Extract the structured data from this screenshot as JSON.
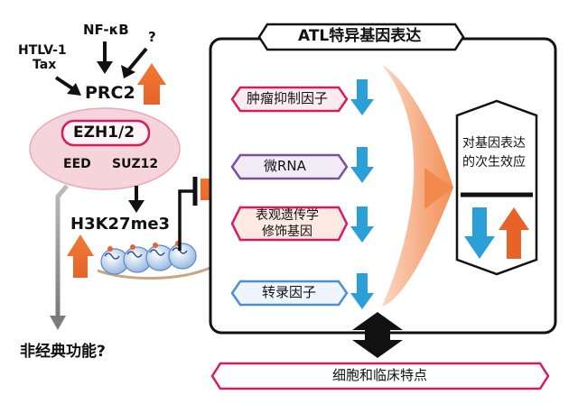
{
  "inputs": {
    "nfkb": "NF-κB",
    "unknown": "?",
    "htlv_line1": "HTLV-1",
    "htlv_line2": "Tax"
  },
  "prc2": "PRC2",
  "complex": {
    "ezh": "EZH1/2",
    "eed": "EED",
    "suz12": "SUZ12"
  },
  "h3k27me3": "H3K27me3",
  "non_canonical": "非经典功能?",
  "atl_panel": {
    "title": "ATL特异基因表达",
    "genes": [
      {
        "label": "肿瘤抑制因子"
      },
      {
        "label": "微RNA"
      },
      {
        "label": "表观遗传学",
        "label2": "修饰基因"
      },
      {
        "label": "转录因子"
      }
    ],
    "secondary_line1": "对基因表达",
    "secondary_line2": "的次生效应"
  },
  "bottom_label": "细胞和临床特点",
  "colors": {
    "orange": "#e8632a",
    "blue": "#2a9fd8",
    "pink_border": "#d81b60",
    "purple_border": "#7b4fa0",
    "blue_border": "#4a90d9",
    "complex_fill": "#f6d4dc"
  }
}
